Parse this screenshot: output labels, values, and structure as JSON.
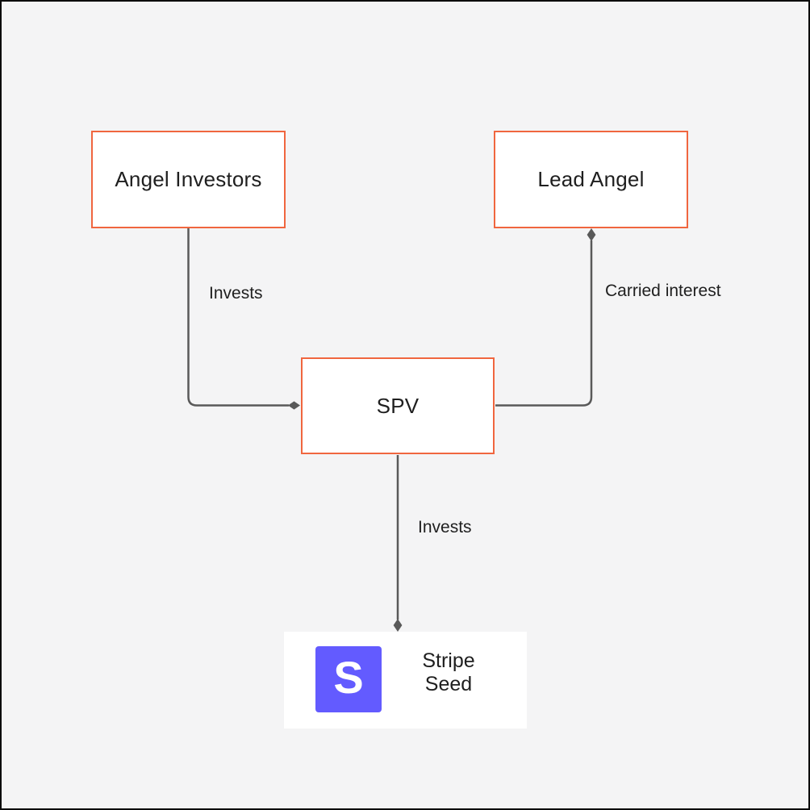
{
  "diagram": {
    "nodes": [
      {
        "id": "angel-investors",
        "label": "Angel Investors"
      },
      {
        "id": "lead-angel",
        "label": "Lead Angel"
      },
      {
        "id": "spv",
        "label": "SPV"
      },
      {
        "id": "stripe-seed",
        "label_line1": "Stripe",
        "label_line2": "Seed",
        "logo_letter": "S"
      }
    ],
    "edges": [
      {
        "from": "Angel Investors",
        "to": "SPV",
        "label": "Invests"
      },
      {
        "from": "SPV",
        "to": "Lead Angel",
        "label": "Carried interest"
      },
      {
        "from": "SPV",
        "to": "Stripe Seed",
        "label": "Invests"
      }
    ],
    "colors": {
      "background": "#F4F4F5",
      "frame": "#0B0B0B",
      "node_border": "#F0663F",
      "node_background": "#FFFFFF",
      "connector": "#595959",
      "text": "#1F1F1F",
      "stripe_brand": "#635BFF",
      "logo_letter_color": "#FFFFFF"
    }
  }
}
